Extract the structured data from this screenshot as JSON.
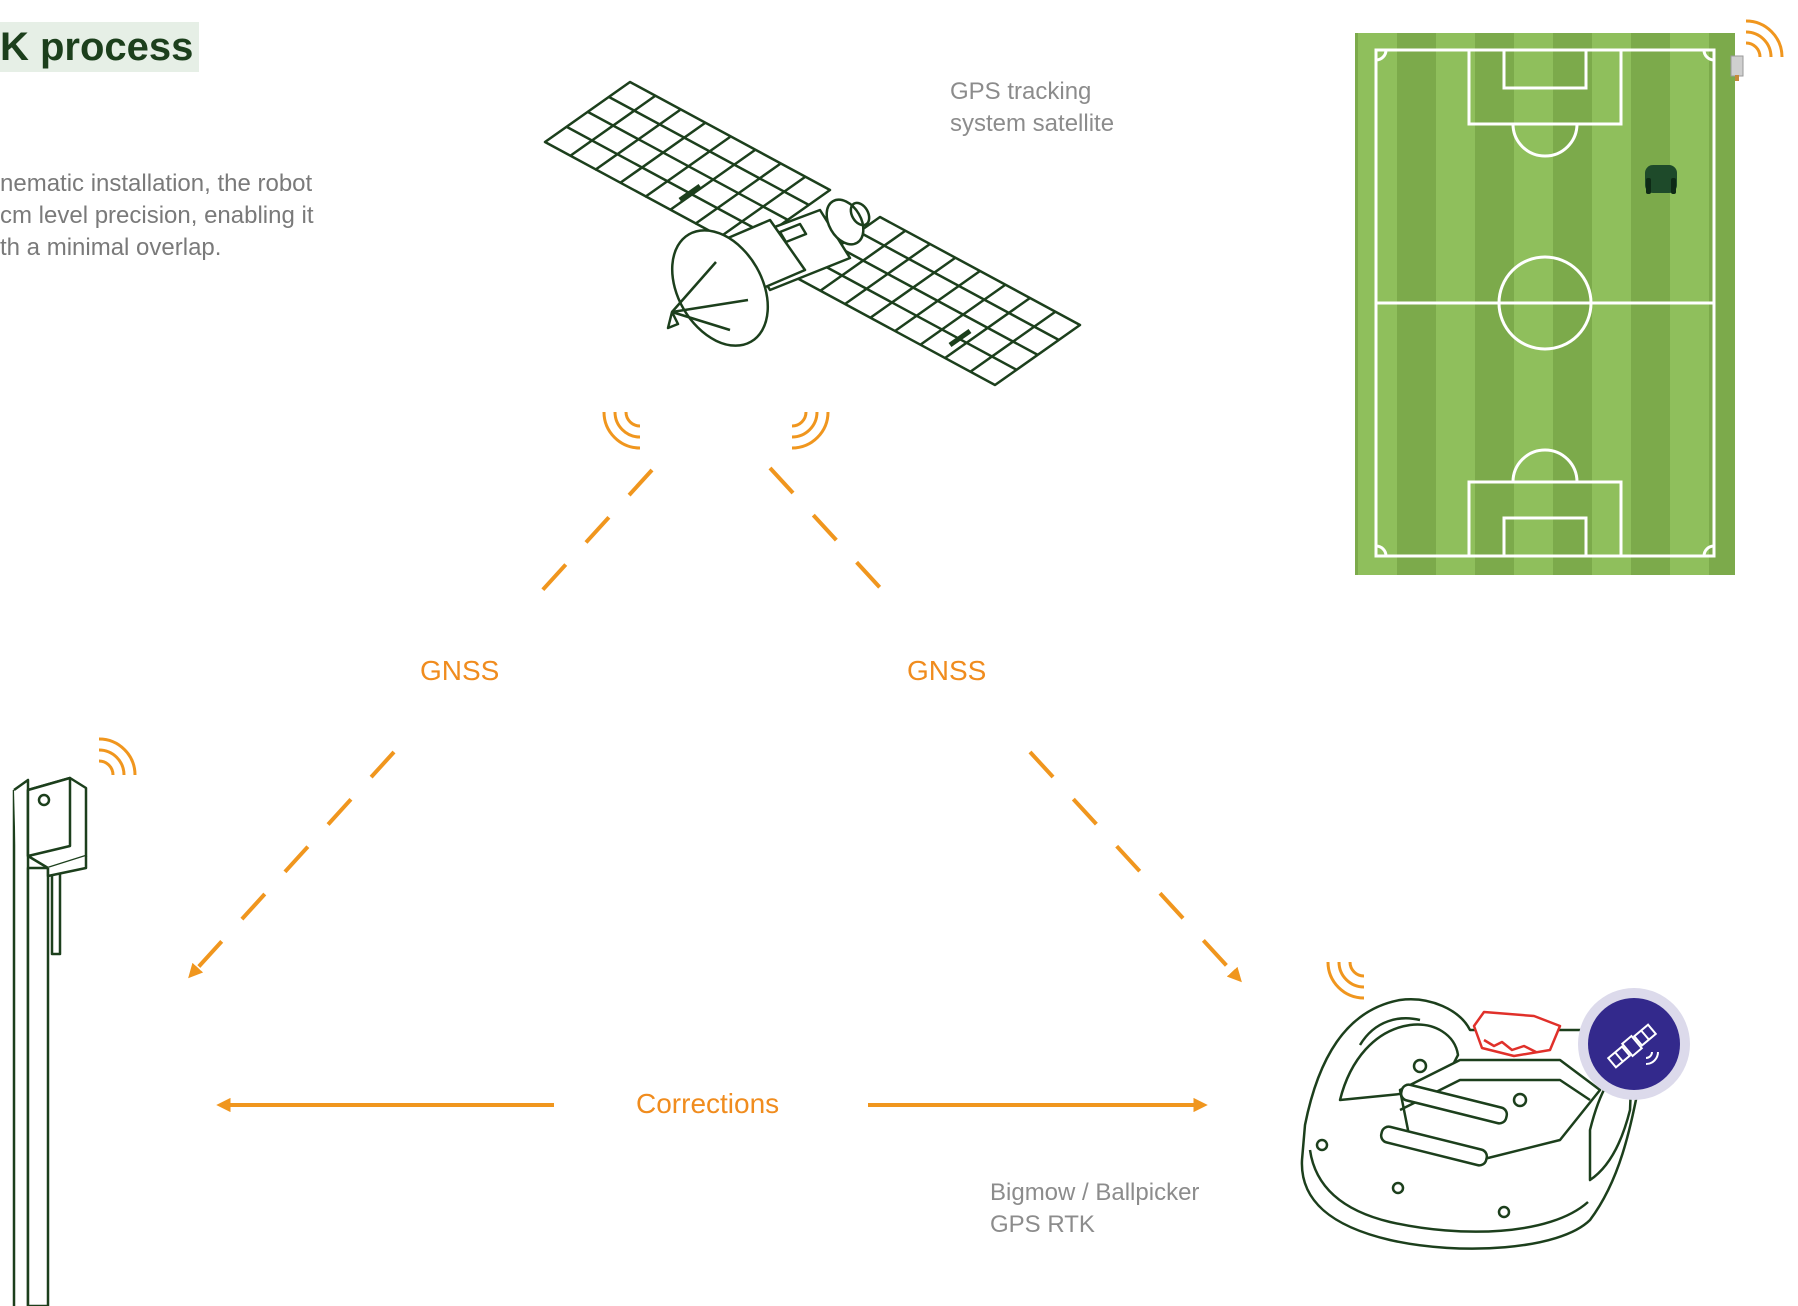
{
  "header": {
    "title": "K process",
    "intro": "nematic installation, the robot\ncm level precision, enabling it\nth a minimal overlap."
  },
  "satellite": {
    "label": "GPS tracking\nsystem satellite"
  },
  "links": {
    "gnss_left": "GNSS",
    "gnss_right": "GNSS",
    "corrections": "Corrections"
  },
  "robot": {
    "label": "Bigmow / Ballpicker\nGPS RTK"
  },
  "colors": {
    "accent": "#f0961e",
    "line_art": "#1c3f1c",
    "field_light": "#8fbf5c",
    "field_dark": "#7aaa4a",
    "badge": "#33298c"
  }
}
